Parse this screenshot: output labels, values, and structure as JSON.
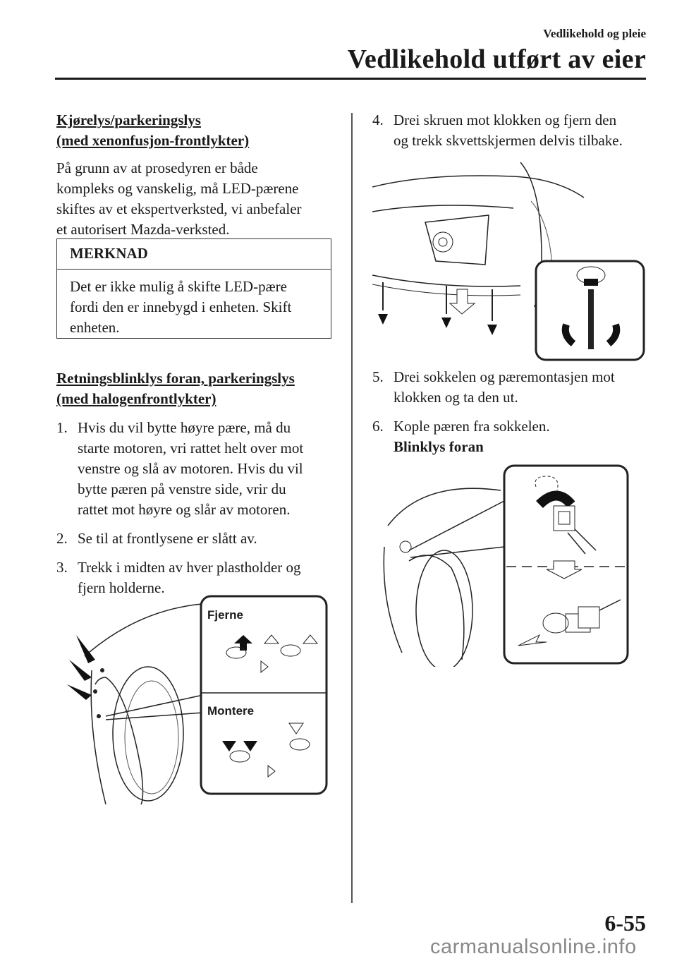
{
  "header": {
    "section": "Vedlikehold og pleie",
    "title": "Vedlikehold utført av eier"
  },
  "left": {
    "heading1_line1": "Kjørelys/parkeringslys",
    "heading1_line2": "(med xenonfusjon-frontlykter)",
    "para1_lines": [
      "På grunn av at prosedyren er både",
      "kompleks og vanskelig, må LED-pærene",
      "skiftes av et ekspertverksted, vi anbefaler",
      "et autorisert Mazda-verksted."
    ],
    "note": {
      "title": "MERKNAD",
      "lines": [
        "Det er ikke mulig å skifte LED-pære",
        "fordi den er innebygd i enheten. Skift",
        "enheten."
      ]
    },
    "heading2_line1": "Retningsblinklys foran, parkeringslys",
    "heading2_line2": "(med halogenfrontlykter)",
    "steps": [
      {
        "num": "1.",
        "lines": [
          "Hvis du vil bytte høyre pære, må du",
          "starte motoren, vri rattet helt over mot",
          "venstre og slå av motoren. Hvis du vil",
          "bytte pæren på venstre side, vrir du",
          "rattet mot høyre og slår av motoren."
        ]
      },
      {
        "num": "2.",
        "lines": [
          "Se til at frontlysene er slått av."
        ]
      },
      {
        "num": "3.",
        "lines": [
          "Trekk i midten av hver plastholder og",
          "fjern holderne."
        ]
      }
    ],
    "fig_labels": {
      "remove": "Fjerne",
      "install": "Montere"
    }
  },
  "right": {
    "steps": [
      {
        "num": "4.",
        "lines": [
          "Drei skruen mot klokken og fjern den",
          "og trekk skvettskjermen delvis tilbake."
        ]
      },
      {
        "num": "5.",
        "lines": [
          "Drei sokkelen og pæremontasjen mot",
          "klokken og ta den ut."
        ]
      },
      {
        "num": "6.",
        "lines": [
          "Kople pæren fra sokkelen."
        ],
        "sub": "Blinklys foran"
      }
    ]
  },
  "footer": {
    "page": "6-55",
    "watermark": "carmanualsonline.info"
  }
}
